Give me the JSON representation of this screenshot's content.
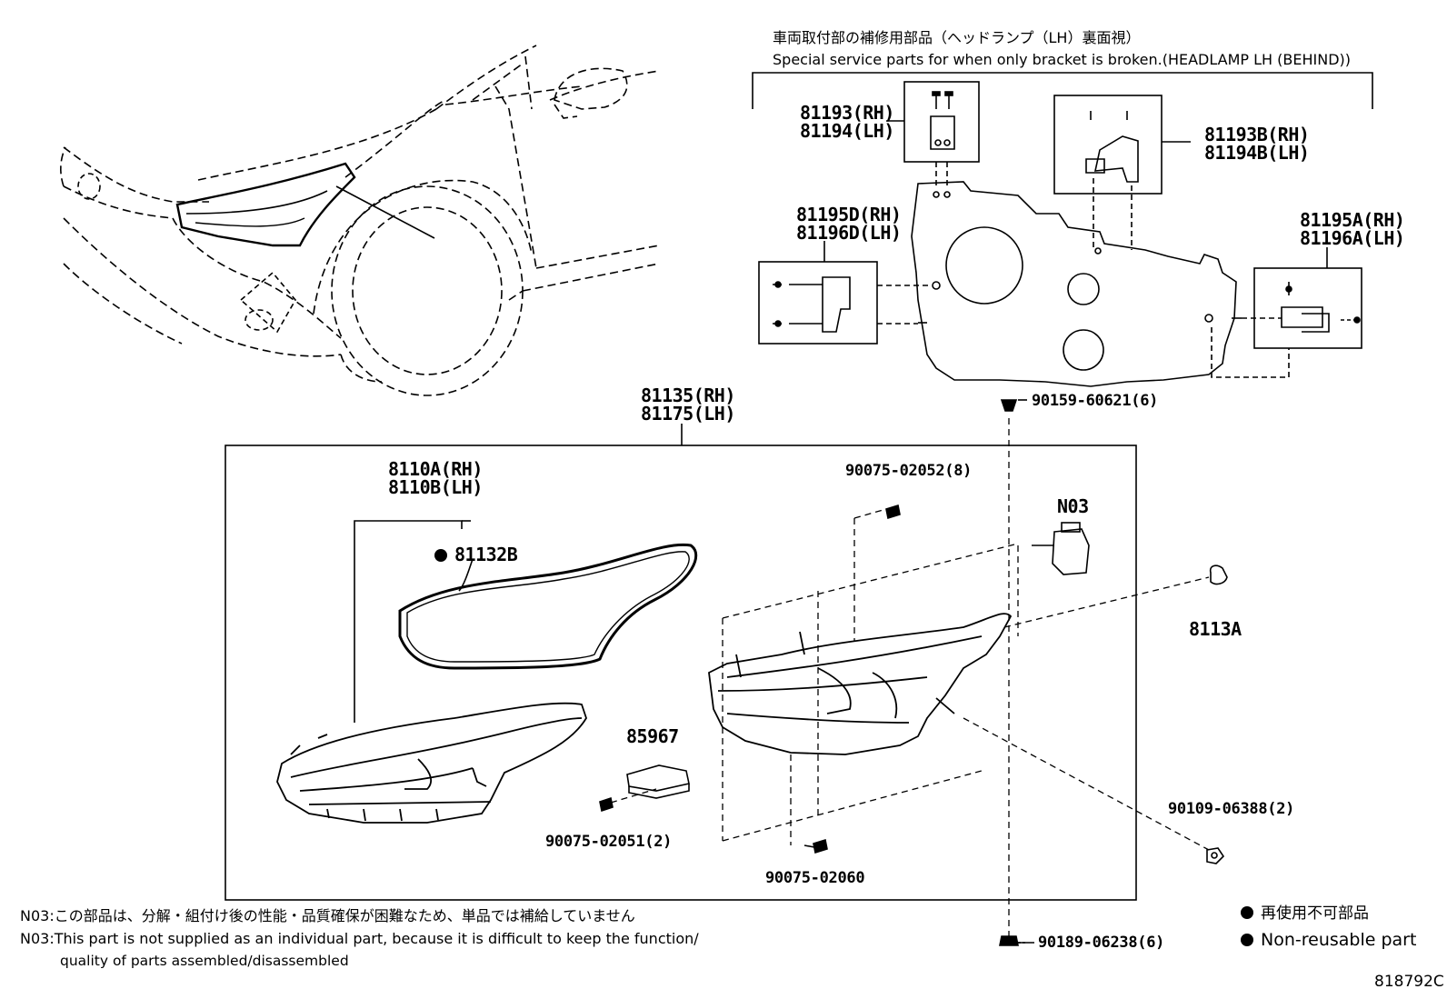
{
  "bracket_kit": {
    "title_jp": "車両取付部の補修用部品（ヘッドランプ（LH）裏面視）",
    "title_en": "Special service parts for when only bracket is broken.(HEADLAMP LH (BEHIND))"
  },
  "parts": {
    "p81193": [
      "81193(RH)",
      "81194(LH)"
    ],
    "p81193b": [
      "81193B(RH)",
      "81194B(LH)"
    ],
    "p81195d": [
      "81195D(RH)",
      "81196D(LH)"
    ],
    "p81195a": [
      "81195A(RH)",
      "81196A(LH)"
    ],
    "p90159": "90159-60621(6)",
    "p81135": [
      "81135(RH)",
      "81175(LH)"
    ],
    "p8110a": [
      "8110A(RH)",
      "8110B(LH)"
    ],
    "p81132b": "81132B",
    "p90075_02052": "90075-02052(8)",
    "n03": "N03",
    "p8113a": "8113A",
    "p85967": "85967",
    "p90075_02051": "90075-02051(2)",
    "p90075_02060": "90075-02060",
    "p90109": "90109-06388(2)",
    "p90189": "90189-06238(6)"
  },
  "notes": {
    "jp": "N03:この部品は、分解・組付け後の性能・品質確保が困難なため、単品では補給していません",
    "en_line1": "N03:This part is not supplied as an individual part, because it is difficult to keep the function/",
    "en_line2": "quality of parts assembled/disassembled"
  },
  "legend": {
    "jp": "再使用不可部品",
    "en": "Non-reusable part"
  },
  "figure_id": "818792C"
}
